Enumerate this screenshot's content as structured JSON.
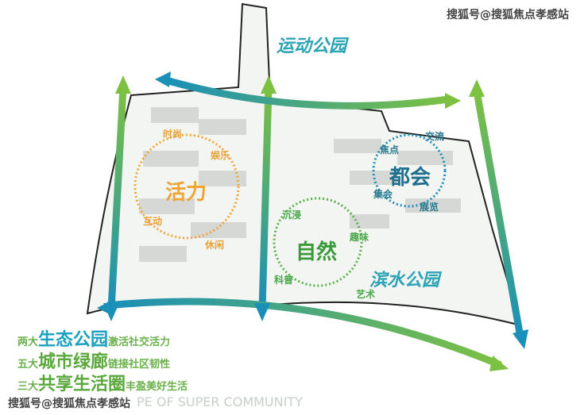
{
  "parks": {
    "sports": "运动公园",
    "waterfront": "滨水公园"
  },
  "zones": {
    "vitality": {
      "title": "活力",
      "tags": [
        "时尚",
        "娱乐",
        "互动",
        "休闲"
      ]
    },
    "nature": {
      "title": "自然",
      "tags": [
        "沉浸",
        "趣味",
        "科普",
        "艺术"
      ]
    },
    "urban": {
      "title": "都会",
      "tags": [
        "焦点",
        "交流",
        "集会",
        "展览"
      ]
    }
  },
  "legend": [
    {
      "prefix": "两大",
      "key": "生态公园",
      "suffix": "激活社交活力"
    },
    {
      "prefix": "五大",
      "key": "城市绿廊",
      "suffix": "链接社区韧性"
    },
    {
      "prefix": "三大",
      "key": "共享生活圈",
      "suffix": "丰盈美好生活"
    }
  ],
  "subtitle": "PE OF SUPER COMMUNITY",
  "watermark": "搜狐号@搜狐焦点孝感站",
  "colors": {
    "green": "#7dc142",
    "blue": "#1a8fb8",
    "orange": "#f0a436"
  }
}
